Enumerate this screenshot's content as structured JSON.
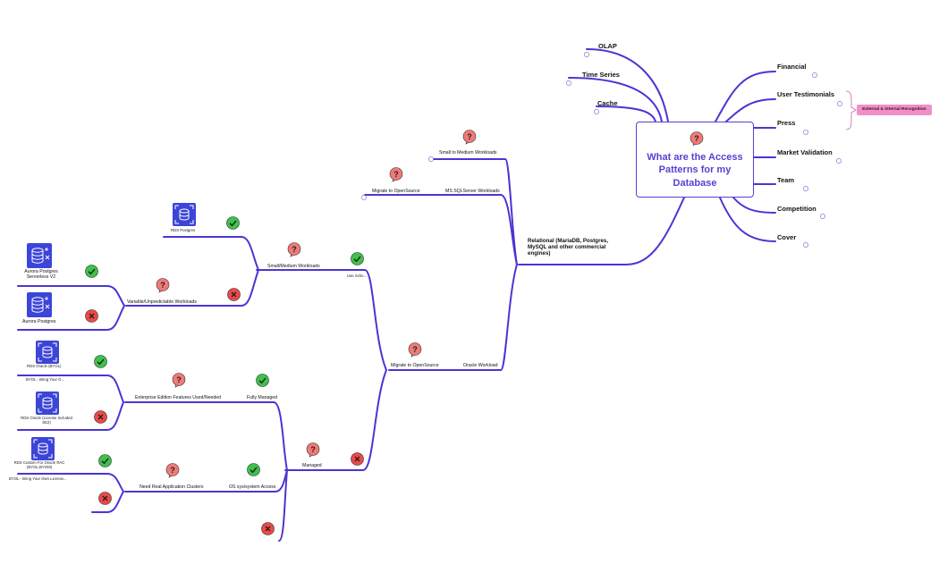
{
  "center": {
    "title": "What are the Access Patterns for my Database"
  },
  "top_branches": {
    "olap": "OLAP",
    "time_series": "Time Series",
    "cache": "Cache"
  },
  "right_branches": {
    "financial": "Financial",
    "user_testimonials": "User Testimonials",
    "press": "Press",
    "market_validation": "Market Validation",
    "team": "Team",
    "competition": "Competition",
    "cover": "Cover"
  },
  "tag_external": "External & Internal Recognition",
  "relational": "Relational (MariaDB, Postgres, MySQL and other commercial engines)",
  "nodes": {
    "small_medium_workloads_top": "Small to Medium Workloads",
    "ms_sqlserver": "MS SQLServer Workloads",
    "migrate_opensource_1": "Migrate to OpenSource",
    "oracle_workload": "Oracle Workload",
    "migrate_opensource_2": "Migrate to OpenSource",
    "use_sche": "Use Sche...",
    "small_medium_workloads": "Small/Medium Workloads",
    "rds_postgres": "RDS Postgres",
    "variable_workloads": "Variable/Unpredictable Workloads",
    "aurora_serverless": "Aurora Postgres Serverless V2",
    "aurora_postgres": "Aurora Postgres",
    "managed": "Managed",
    "fully_managed": "Fully Managed",
    "enterprise_features": "Enterprise Edition Features Used/Needed",
    "rds_oracle_byol": "RDS Oracle (BYOL)",
    "byol_short": "BYOL - Bring Your O...",
    "rds_oracle_li": "RDS Oracle (License Included SE2)",
    "os_access": "OS sys/system Access",
    "need_rac": "Need Real Application Clusters",
    "rds_custom": "RDS Custom For Oracle RAC (BYOL,BYOM)",
    "byol_long": "BYOL - Bring Your Own License..."
  },
  "icons": {
    "question": "question-bubble-icon",
    "check": "green-check-icon",
    "cross": "red-x-icon",
    "rds": "rds-database-icon",
    "aurora": "aurora-database-icon"
  },
  "colors": {
    "branch": "#4b35d2",
    "center_text": "#5a3fd4",
    "question": "#f07a78",
    "check": "#3ec24a",
    "cross": "#ee4848",
    "service": "#3c45d8",
    "tag": "#f08fc6"
  }
}
